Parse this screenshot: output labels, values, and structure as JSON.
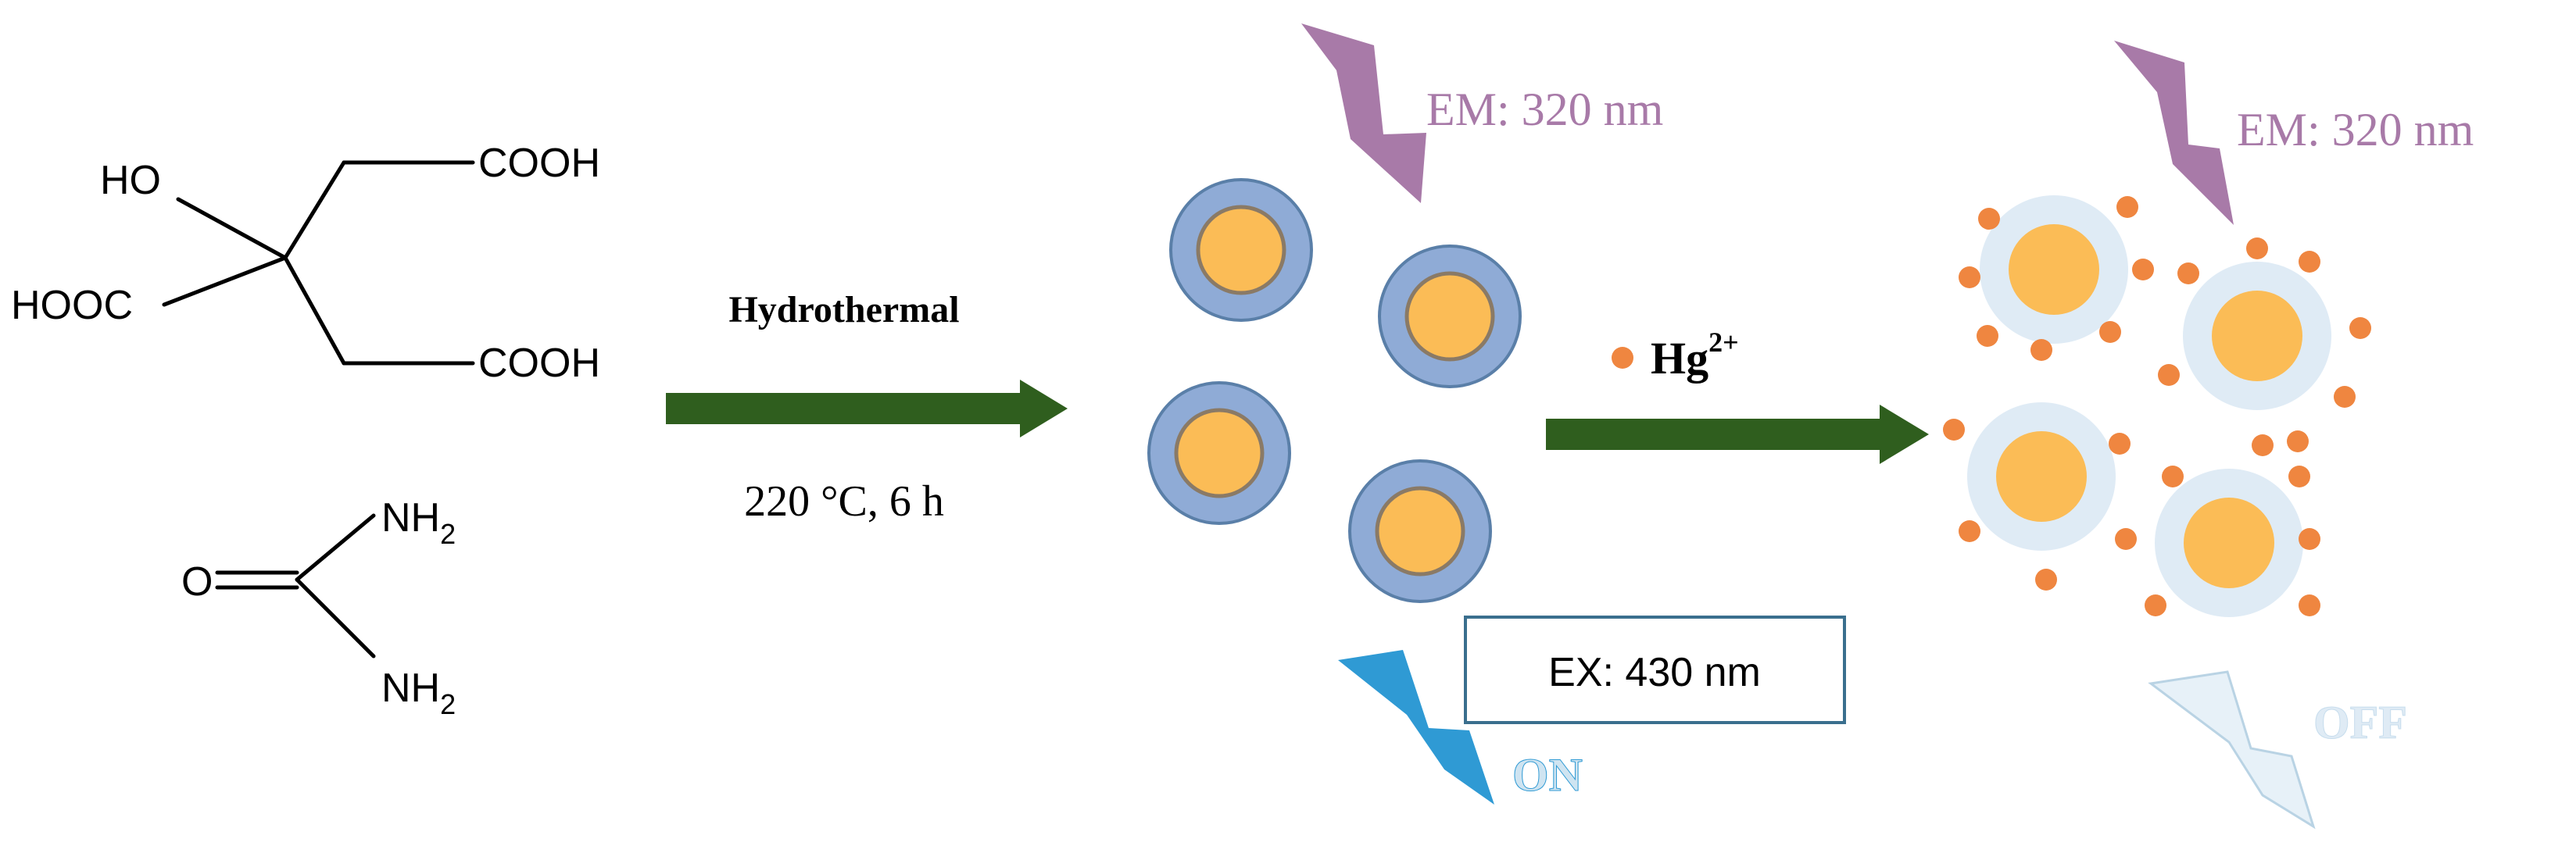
{
  "molecules": {
    "citric_acid": {
      "ho": "HO",
      "hooc": "HOOC",
      "cooh_top": "COOH",
      "cooh_bottom": "COOH"
    },
    "urea": {
      "o": "O",
      "nh_top": "NH",
      "nh_top_sub": "2",
      "nh_bottom": "NH",
      "nh_bottom_sub": "2"
    }
  },
  "step1": {
    "label": "Hydrothermal",
    "conditions": "220 °C, 6 h"
  },
  "state_on": {
    "em_label": "EM: 320 nm",
    "ex_label": "EX: 430 nm",
    "status": "ON"
  },
  "step2": {
    "ion": "Hg",
    "ion_charge": "2+"
  },
  "state_off": {
    "em_label": "EM: 320 nm",
    "status": "OFF"
  },
  "colors": {
    "arrow": "#2f5e1e",
    "core": "#fbbc56",
    "core_stroke": "#8a7a66",
    "shell_on": "#8fabd6",
    "shell_on_stroke": "#5a7fa8",
    "shell_off": "#dfebf5",
    "dot": "#ef8640",
    "em": "#a87aa8",
    "on": "#2f9ad4",
    "off": "#cfe4f1",
    "ex_box": "#3a6f8e"
  }
}
